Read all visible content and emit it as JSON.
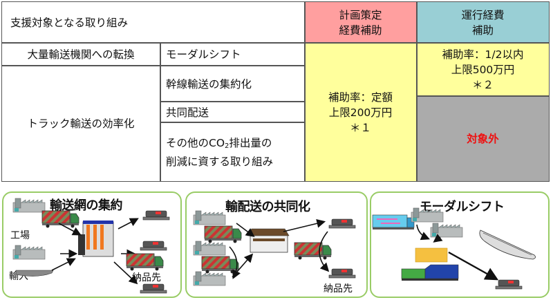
{
  "table": {
    "header": {
      "target_label": "支援対象となる取り組み",
      "planning_subsidy": [
        "計画策定",
        "経費補助"
      ],
      "operating_subsidy": [
        "運行経費",
        "補助"
      ]
    },
    "categories": [
      {
        "name": "大量輸送機関への転換",
        "items": [
          "モーダルシフト"
        ]
      },
      {
        "name": "トラック輸送の効率化",
        "items": [
          "幹線輸送の集約化",
          "共同配送",
          "その他のCO₂排出量の削減に資する取り組み"
        ]
      }
    ],
    "item_other_lines": [
      "その他のCO",
      "2",
      "排出量の",
      "削減に資する取り組み"
    ],
    "planning_terms": [
      "補助率：定額",
      "上限200万円",
      "＊１"
    ],
    "operating_terms": [
      "補助率：1/2以内",
      "上限500万円",
      "＊２"
    ],
    "not_eligible": "対象外",
    "colors": {
      "planning_header": "#ff9f9f",
      "operating_header": "#99cfd5",
      "eligible": "#ffff9c",
      "not_eligible": "#ababab",
      "not_eligible_text": "#ee1111",
      "panel_border": "#99cc66"
    }
  },
  "panels": [
    {
      "title": "輸送網の集約",
      "labels": {
        "factory": "工場",
        "import": "輸入",
        "destination": "納品先"
      }
    },
    {
      "title": "輸配送の共同化",
      "labels": {
        "destination": "納品先"
      }
    },
    {
      "title": "モーダルシフト",
      "labels": {}
    }
  ]
}
